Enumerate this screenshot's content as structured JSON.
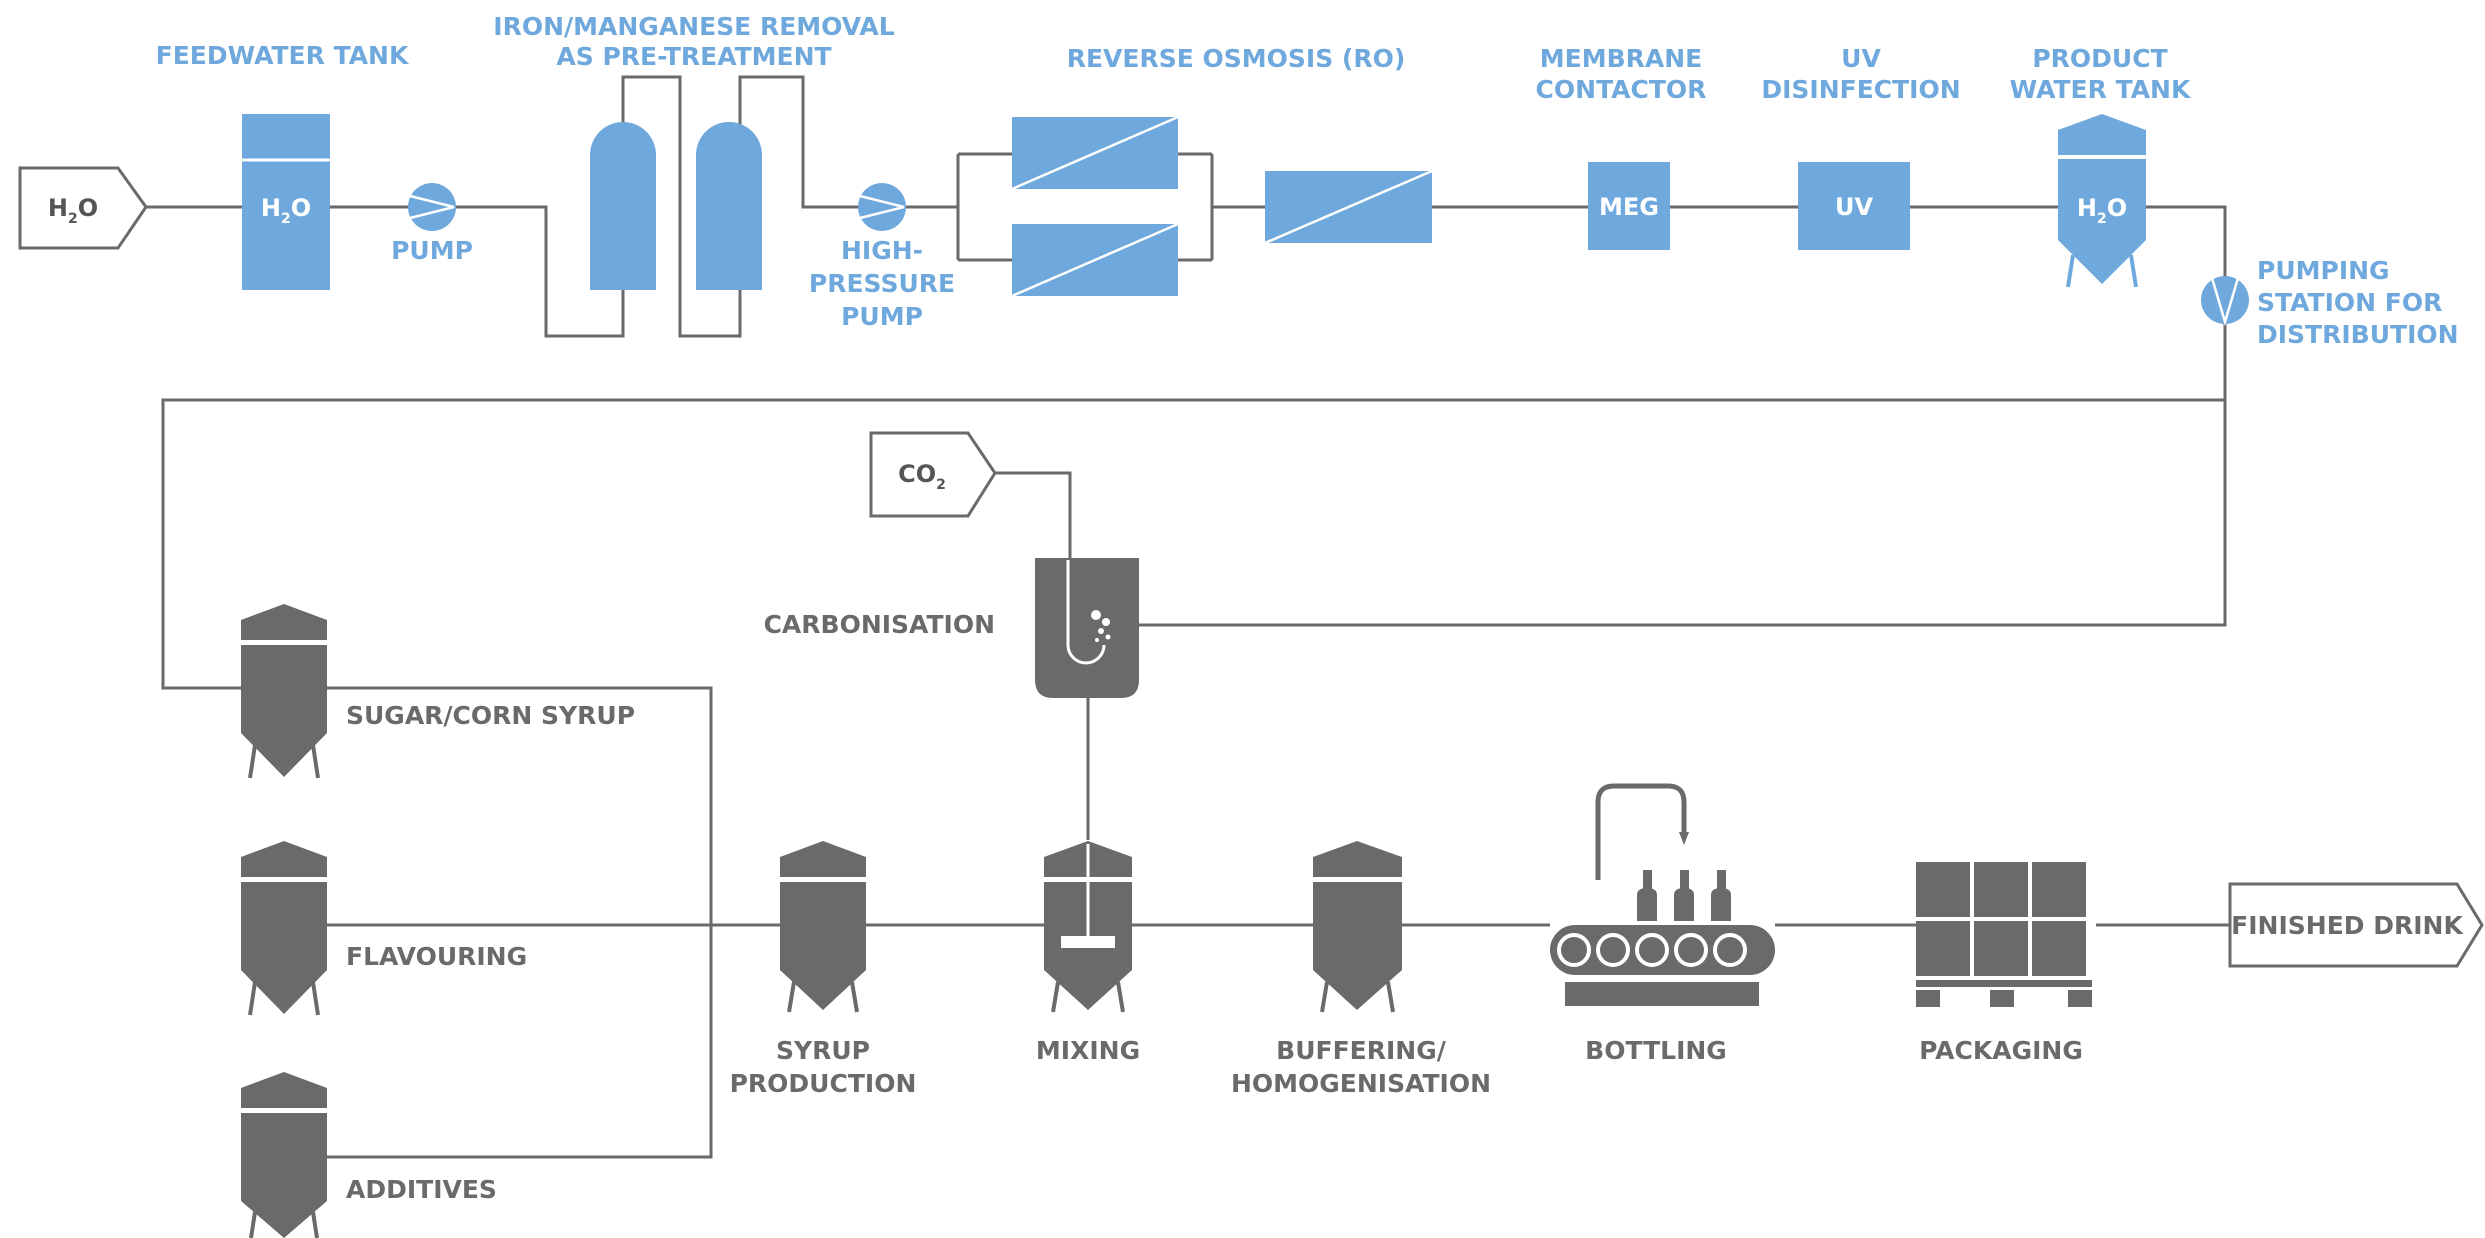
{
  "colors": {
    "treatment": "#6fa8dc",
    "production": "#6a6a6a",
    "background": "#ffffff"
  },
  "inputs": {
    "water": {
      "main": "H",
      "sub": "2",
      "end": "O"
    },
    "co2": {
      "main": "CO",
      "sub": "2"
    }
  },
  "output": {
    "label": "FINISHED DRINK"
  },
  "treatment": {
    "feedwater_tank": {
      "label": "FEEDWATER TANK",
      "inner_main": "H",
      "inner_sub": "2",
      "inner_end": "O"
    },
    "pump": {
      "label": "PUMP"
    },
    "iron_removal": {
      "label_line1": "IRON/MANGANESE REMOVAL",
      "label_line2": "AS PRE-TREATMENT"
    },
    "hp_pump": {
      "label_line1": "HIGH-",
      "label_line2": "PRESSURE",
      "label_line3": "PUMP"
    },
    "ro": {
      "label": "REVERSE OSMOSIS (RO)"
    },
    "membrane": {
      "label_line1": "MEMBRANE",
      "label_line2": "CONTACTOR",
      "inner": "MEG"
    },
    "uv": {
      "label_line1": "UV",
      "label_line2": "DISINFECTION",
      "inner": "UV"
    },
    "product_tank": {
      "label_line1": "PRODUCT",
      "label_line2": "WATER TANK",
      "inner_main": "H",
      "inner_sub": "2",
      "inner_end": "O"
    },
    "pumping_station": {
      "label_line1": "PUMPING",
      "label_line2": "STATION FOR",
      "label_line3": "DISTRIBUTION"
    }
  },
  "production": {
    "carbonisation": {
      "label": "CARBONISATION"
    },
    "sugar": {
      "label": "SUGAR/CORN SYRUP"
    },
    "flavouring": {
      "label": "FLAVOURING"
    },
    "additives": {
      "label": "ADDITIVES"
    },
    "syrup": {
      "label_line1": "SYRUP",
      "label_line2": "PRODUCTION"
    },
    "mixing": {
      "label": "MIXING"
    },
    "buffering": {
      "label_line1": "BUFFERING/",
      "label_line2": "HOMOGENISATION"
    },
    "bottling": {
      "label": "BOTTLING"
    },
    "packaging": {
      "label": "PACKAGING"
    }
  }
}
